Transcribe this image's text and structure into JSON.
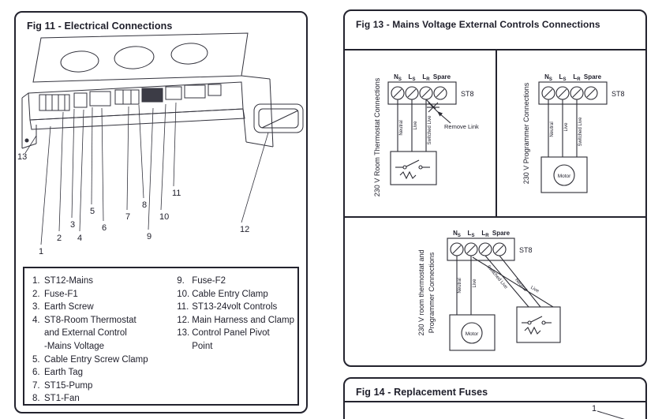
{
  "fig11": {
    "title": "Fig 11 - Electrical Connections",
    "callouts": [
      "1",
      "2",
      "3",
      "4",
      "5",
      "6",
      "7",
      "8",
      "9",
      "10",
      "11",
      "12",
      "13"
    ],
    "legend": {
      "left": [
        {
          "n": "1.",
          "t": "ST12-Mains"
        },
        {
          "n": "2.",
          "t": "Fuse-F1"
        },
        {
          "n": "3.",
          "t": "Earth Screw"
        },
        {
          "n": "4.",
          "t": "ST8-Room Thermostat",
          "t2": "and External Control",
          "t3": "-Mains Voltage"
        },
        {
          "n": "5.",
          "t": "Cable Entry Screw Clamp"
        },
        {
          "n": "6.",
          "t": "Earth Tag"
        },
        {
          "n": "7.",
          "t": "ST15-Pump"
        },
        {
          "n": "8.",
          "t": "ST1-Fan"
        }
      ],
      "right": [
        {
          "n": "9.",
          "t": "Fuse-F2"
        },
        {
          "n": "10.",
          "t": "Cable Entry Clamp"
        },
        {
          "n": "11.",
          "t": "ST13-24volt Controls"
        },
        {
          "n": "12.",
          "t": "Main Harness and Clamp"
        },
        {
          "n": "13.",
          "t": "Control Panel Pivot",
          "t2": "Point"
        }
      ]
    }
  },
  "fig13": {
    "title": "Fig 13 - Mains Voltage External Controls Connections",
    "terminals": [
      {
        "m": "N",
        "s": "S"
      },
      {
        "m": "L",
        "s": "S"
      },
      {
        "m": "L",
        "s": "R"
      },
      {
        "m": "Spare",
        "s": ""
      }
    ],
    "block_label": "ST8",
    "thermostat": {
      "side_label": "230 V Room Thermostat Connections",
      "remove_link": "Remove Link",
      "wires": [
        "Neutral",
        "Live",
        "Switched Live"
      ]
    },
    "programmer": {
      "side_label": "230 V Programmer Connections",
      "motor": "Motor",
      "wires": [
        "Neutral",
        "Live",
        "Switched Live"
      ]
    },
    "combined": {
      "side_label_1": "230 V room thermostat and",
      "side_label_2": "Programmer Connections",
      "motor": "Motor",
      "wires": [
        "Neutral",
        "Live",
        "Switched Live",
        "Neutral",
        "Live"
      ]
    }
  },
  "fig14": {
    "title": "Fig 14 - Replacement Fuses",
    "callout": "1"
  }
}
